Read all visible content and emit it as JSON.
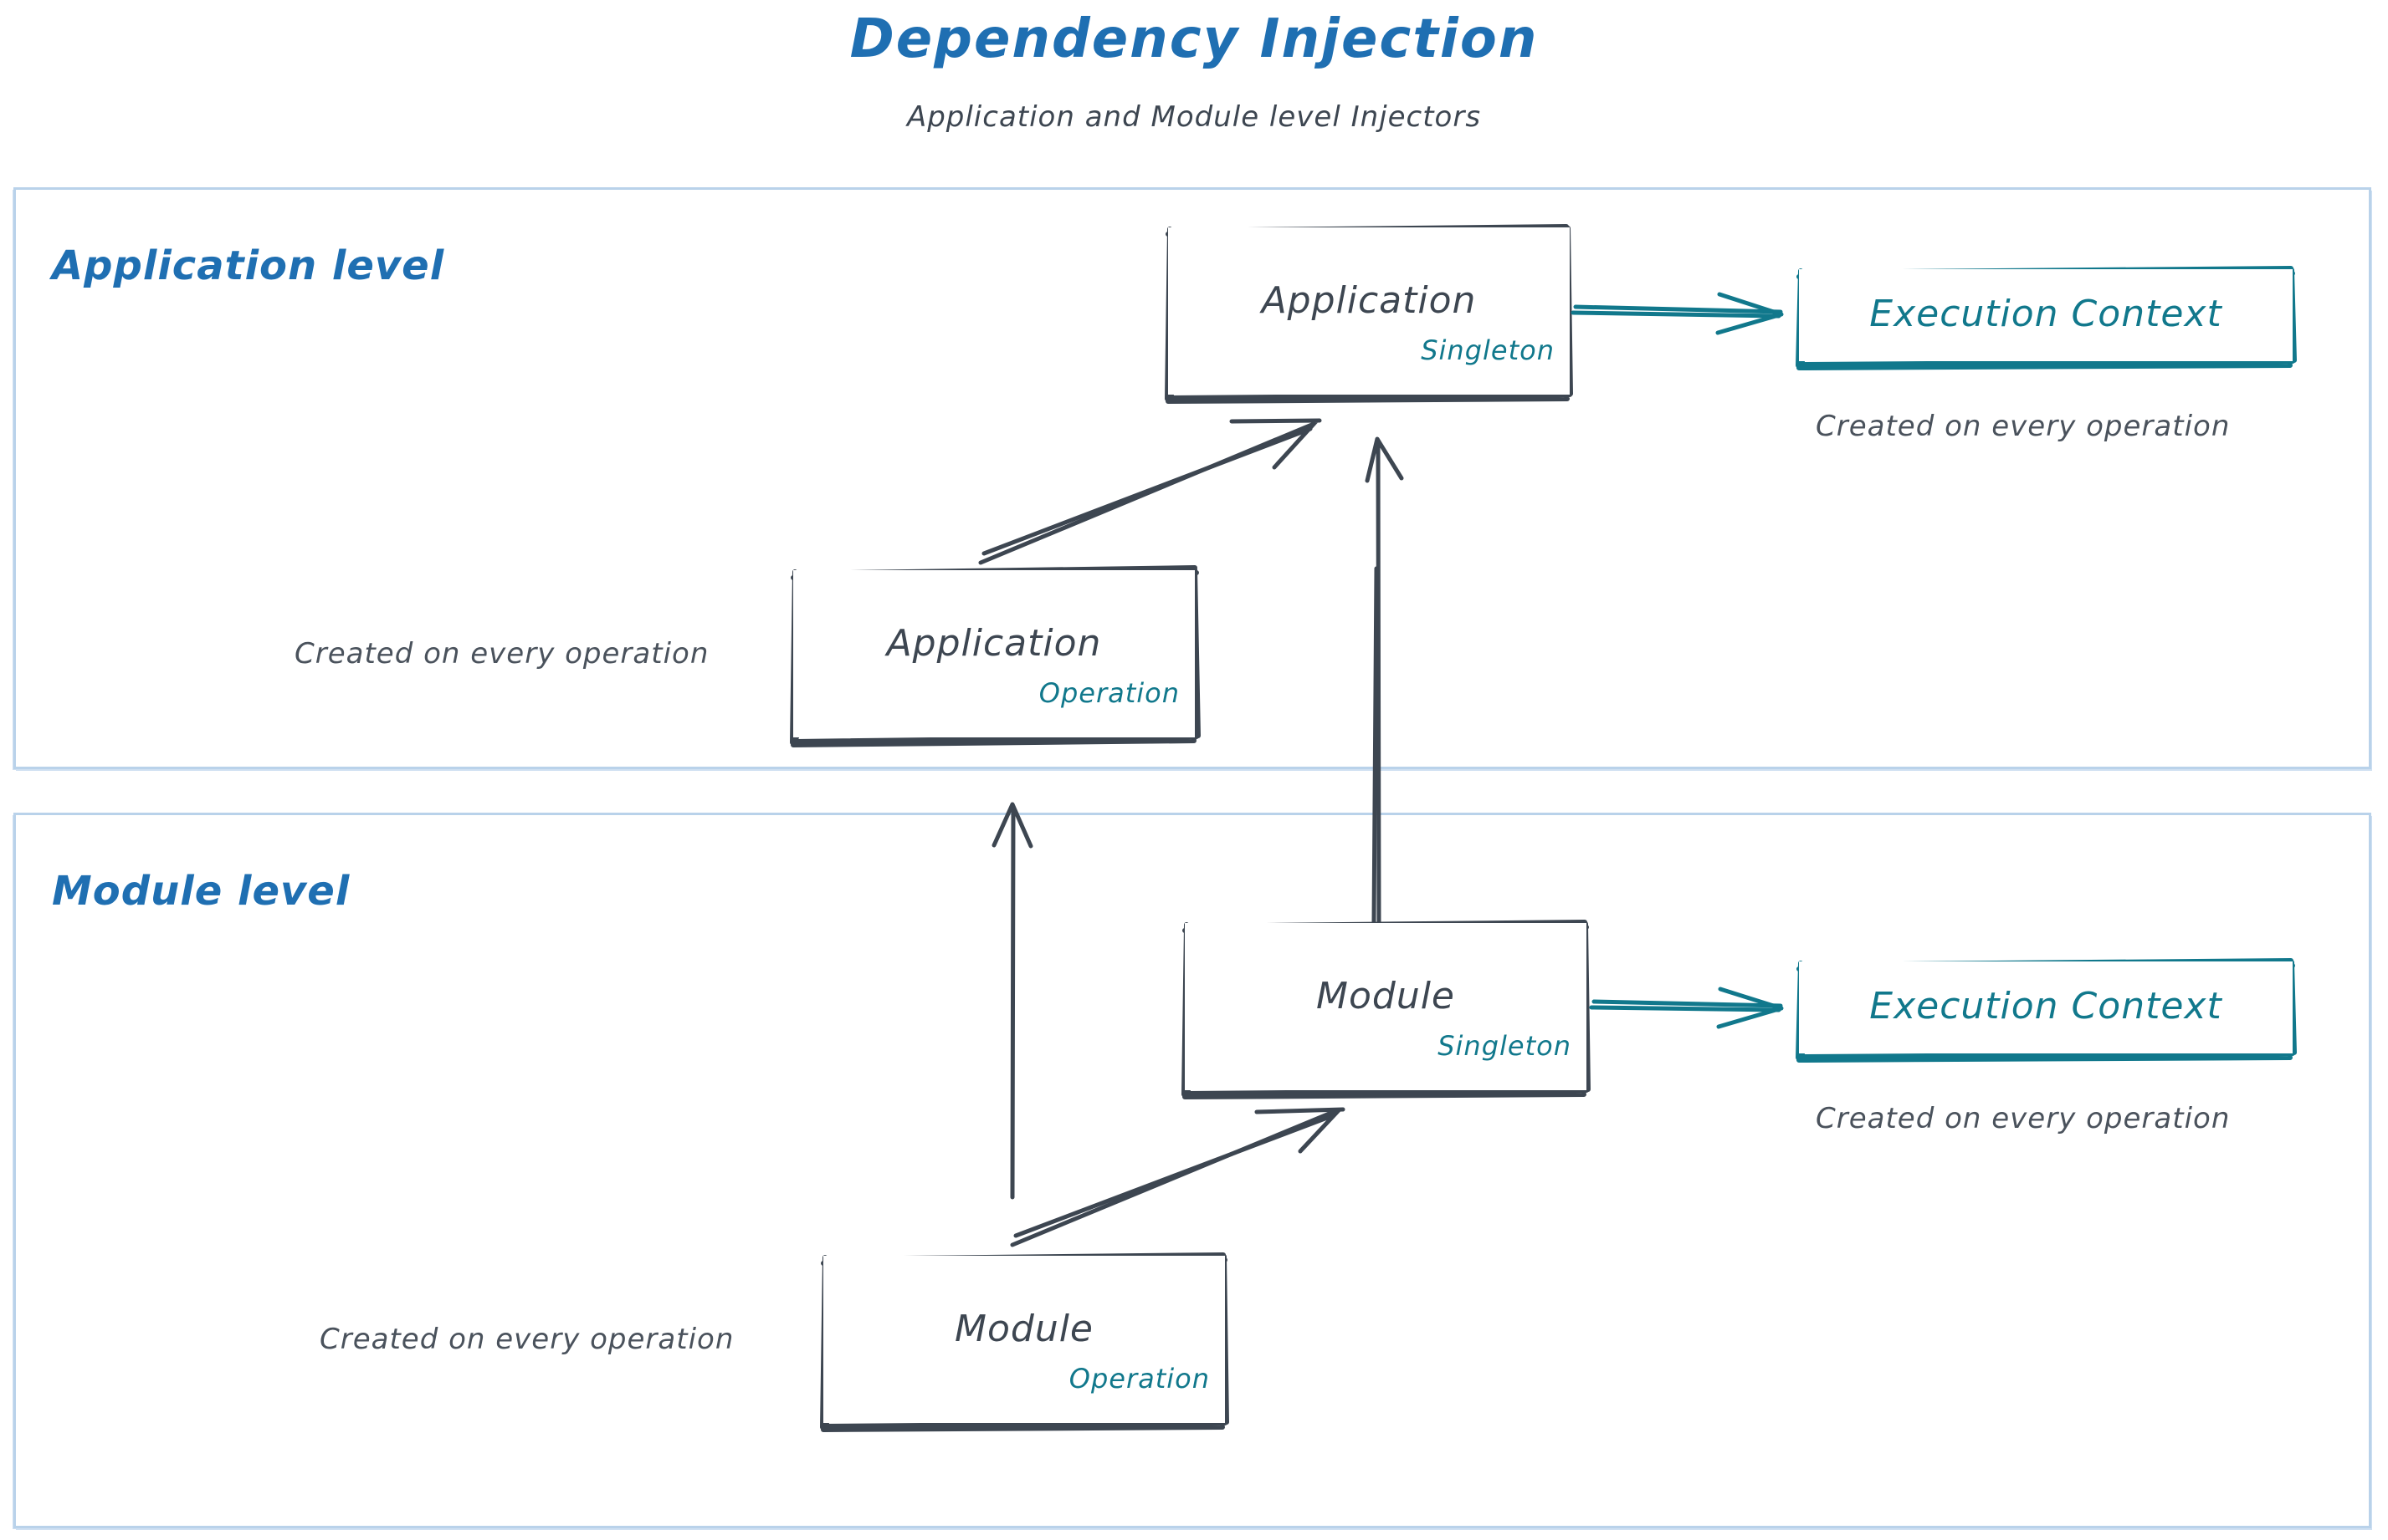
{
  "header": {
    "title": "Dependency Injection",
    "subtitle": "Application and Module level Injectors"
  },
  "colors": {
    "title_blue": "#1f6fb2",
    "section_border": "#b9d2ea",
    "node_stroke": "#3d4651",
    "teal": "#11788c",
    "caption_gray": "#4a525c",
    "background": "#ffffff"
  },
  "sections": [
    {
      "id": "application-level",
      "label": "Application level",
      "nodes": [
        {
          "id": "application-singleton",
          "title": "Application",
          "scope": "Singleton"
        },
        {
          "id": "application-operation",
          "title": "Application",
          "scope": "Operation"
        }
      ],
      "context": {
        "label": "Execution Context",
        "caption": "Created on every operation"
      },
      "operation_caption": "Created on every operation"
    },
    {
      "id": "module-level",
      "label": "Module level",
      "nodes": [
        {
          "id": "module-singleton",
          "title": "Module",
          "scope": "Singleton"
        },
        {
          "id": "module-operation",
          "title": "Module",
          "scope": "Operation"
        }
      ],
      "context": {
        "label": "Execution Context",
        "caption": "Created on every operation"
      },
      "operation_caption": "Created on every operation"
    }
  ],
  "edges": [
    {
      "id": "application-to-execution-context",
      "from": "application-singleton",
      "to": "ctx-application",
      "style": "teal-arrow",
      "direction": "right"
    },
    {
      "id": "application-operation-to-application-singleton",
      "from": "application-operation",
      "to": "application-singleton",
      "style": "dark-arrow",
      "direction": "up-right"
    },
    {
      "id": "module-singleton-to-application-singleton",
      "from": "module-singleton",
      "to": "application-singleton",
      "style": "dark-arrow",
      "direction": "up"
    },
    {
      "id": "module-operation-to-application-operation",
      "from": "module-operation",
      "to": "application-operation",
      "style": "dark-arrow",
      "direction": "up"
    },
    {
      "id": "module-operation-to-module-singleton",
      "from": "module-operation",
      "to": "module-singleton",
      "style": "dark-arrow",
      "direction": "up-right"
    },
    {
      "id": "module-to-execution-context",
      "from": "module-singleton",
      "to": "ctx-module",
      "style": "teal-arrow",
      "direction": "right"
    }
  ]
}
